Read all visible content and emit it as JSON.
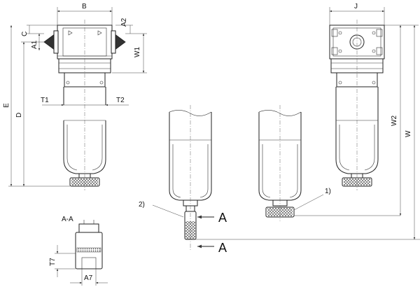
{
  "labels": {
    "B": "B",
    "J": "J",
    "C": "C",
    "A1": "A1",
    "A2": "A2",
    "W1": "W1",
    "E": "E",
    "D": "D",
    "T1": "T1",
    "T2": "T2",
    "W2": "W2",
    "W": "W",
    "AA": "A-A",
    "T7": "T7",
    "A7": "A7",
    "note1": "1)",
    "note2": "2)",
    "A_upper": "A",
    "A_lower": "A"
  }
}
